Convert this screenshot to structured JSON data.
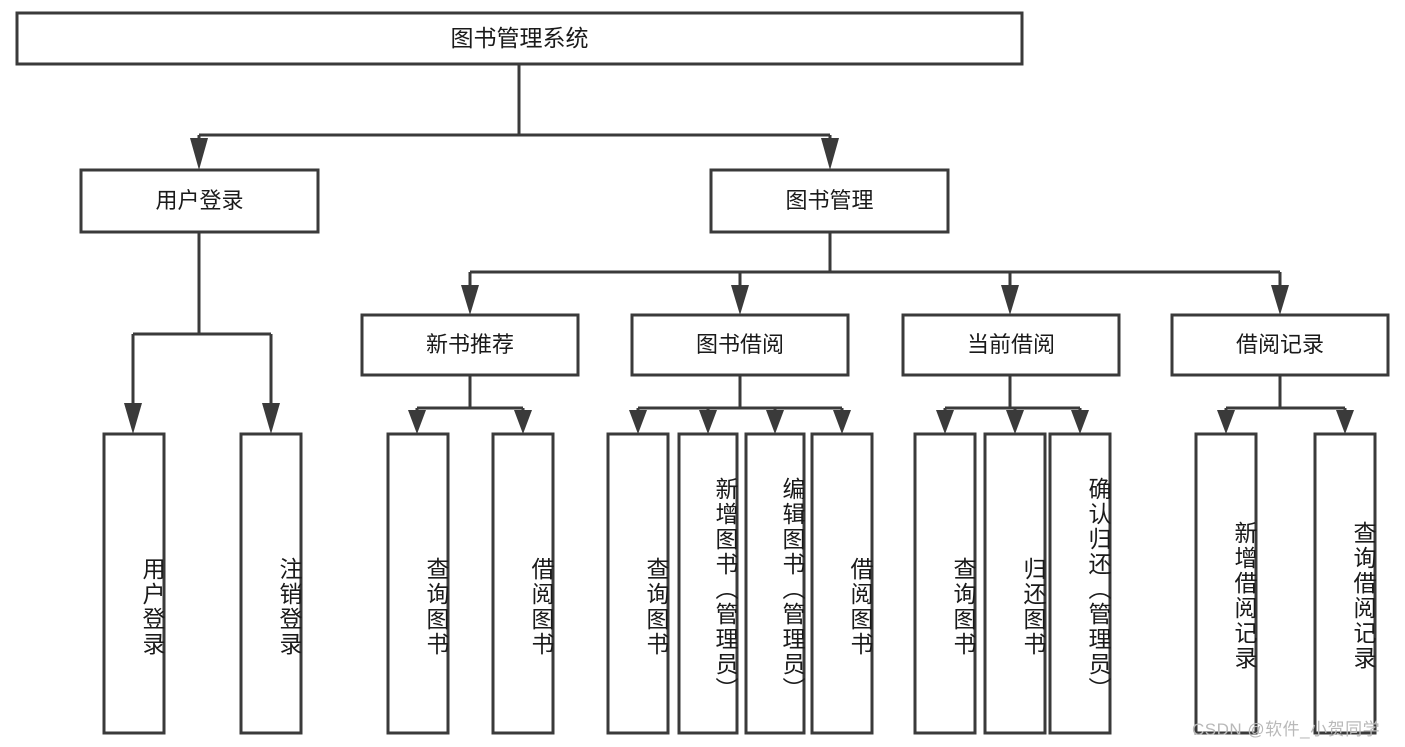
{
  "diagram": {
    "title": "图书管理系统",
    "type": "hierarchy-tree",
    "colors": {
      "stroke": "#3a3a3a",
      "fill": "#ffffff",
      "text": "#1a1a1a",
      "watermark": "#b9b9b9",
      "background": "#ffffff"
    },
    "levels": {
      "root": {
        "label": "图书管理系统"
      },
      "level2": [
        {
          "label": "用户登录"
        },
        {
          "label": "图书管理"
        }
      ],
      "level3": [
        {
          "label": "新书推荐"
        },
        {
          "label": "图书借阅"
        },
        {
          "label": "当前借阅"
        },
        {
          "label": "借阅记录"
        }
      ],
      "leaves": [
        {
          "label": "用户登录",
          "parent": "用户登录"
        },
        {
          "label": "注销登录",
          "parent": "用户登录"
        },
        {
          "label": "查询图书",
          "parent": "新书推荐"
        },
        {
          "label": "借阅图书",
          "parent": "新书推荐"
        },
        {
          "label": "查询图书",
          "parent": "图书借阅"
        },
        {
          "label": "新增图书（管理员）",
          "parent": "图书借阅"
        },
        {
          "label": "编辑图书（管理员）",
          "parent": "图书借阅"
        },
        {
          "label": "借阅图书",
          "parent": "图书借阅"
        },
        {
          "label": "查询图书",
          "parent": "当前借阅"
        },
        {
          "label": "归还图书",
          "parent": "当前借阅"
        },
        {
          "label": "确认归还（管理员）",
          "parent": "当前借阅"
        },
        {
          "label": "新增借阅记录",
          "parent": "借阅记录"
        },
        {
          "label": "查询借阅记录",
          "parent": "借阅记录"
        }
      ]
    }
  },
  "watermark": {
    "text": "CSDN @软件_小贺同学"
  }
}
